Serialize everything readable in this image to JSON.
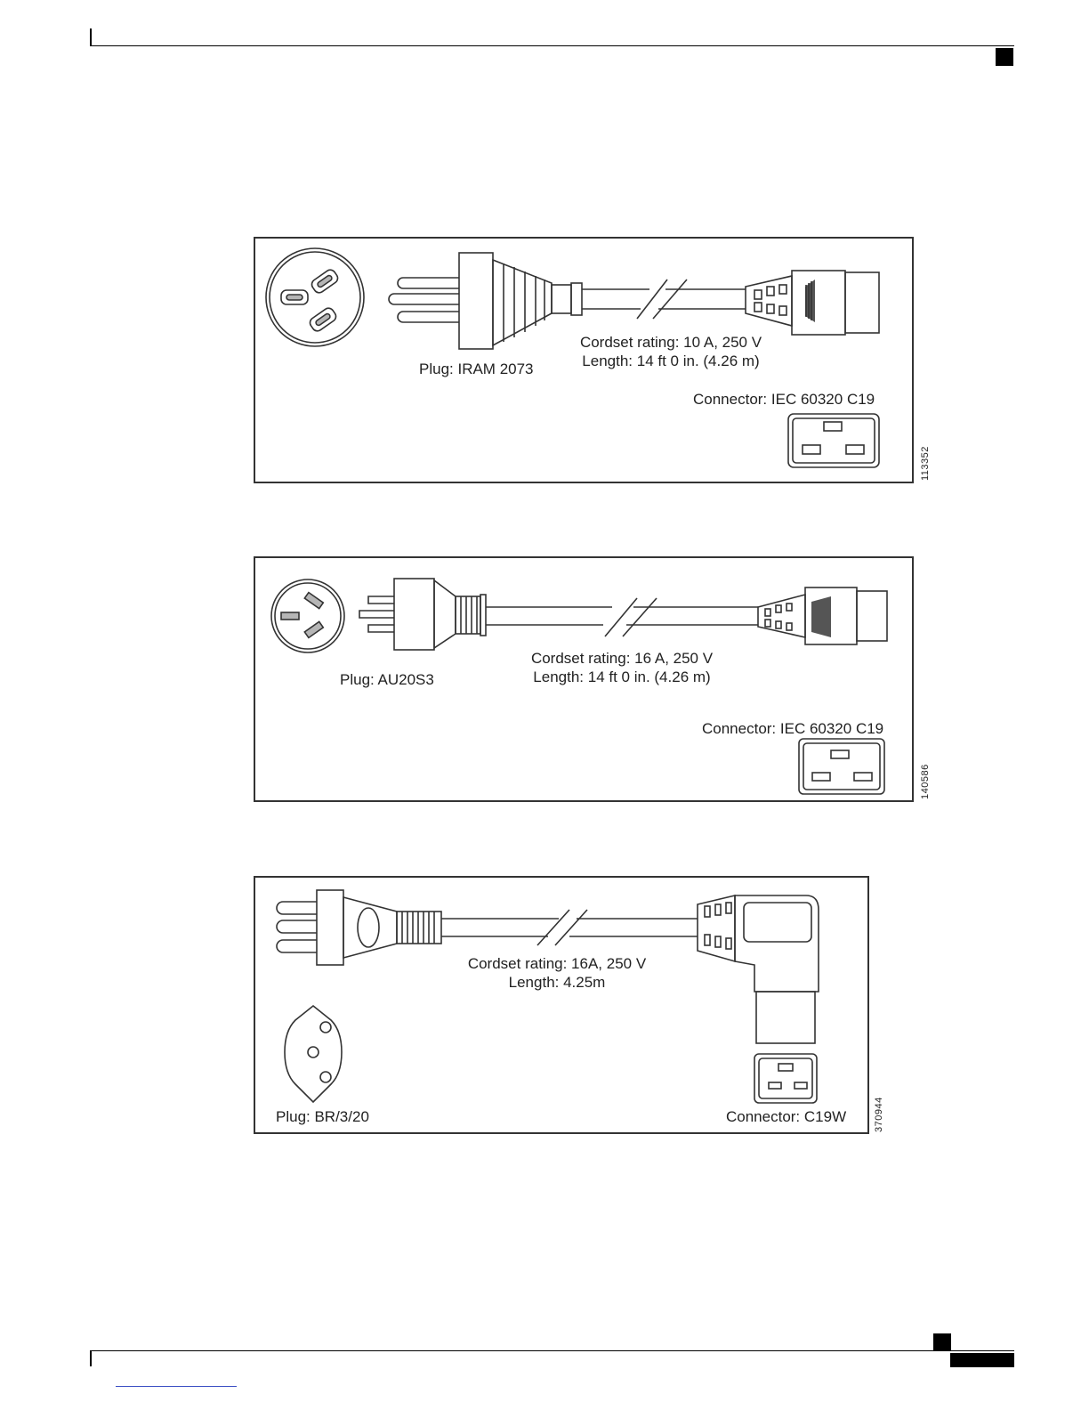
{
  "figures": [
    {
      "plug_label": "Plug: IRAM 2073",
      "rating_line1": "Cordset rating: 10 A, 250 V",
      "rating_line2": "Length: 14 ft 0 in. (4.26 m)",
      "connector_label": "Connector: IEC 60320 C19",
      "figure_number": "113352"
    },
    {
      "plug_label": "Plug: AU20S3",
      "rating_line1": "Cordset rating: 16 A, 250 V",
      "rating_line2": "Length: 14 ft 0 in. (4.26 m)",
      "connector_label": "Connector: IEC 60320 C19",
      "figure_number": "140586"
    },
    {
      "plug_label": "Plug: BR/3/20",
      "rating_line1": "Cordset rating: 16A, 250 V",
      "rating_line2": "Length: 4.25m",
      "connector_label": "Connector: C19W",
      "figure_number": "370944"
    }
  ],
  "colors": {
    "line": "#333333",
    "fill_gray": "#b5b5b5",
    "footer_link": "#3b4fc4"
  }
}
